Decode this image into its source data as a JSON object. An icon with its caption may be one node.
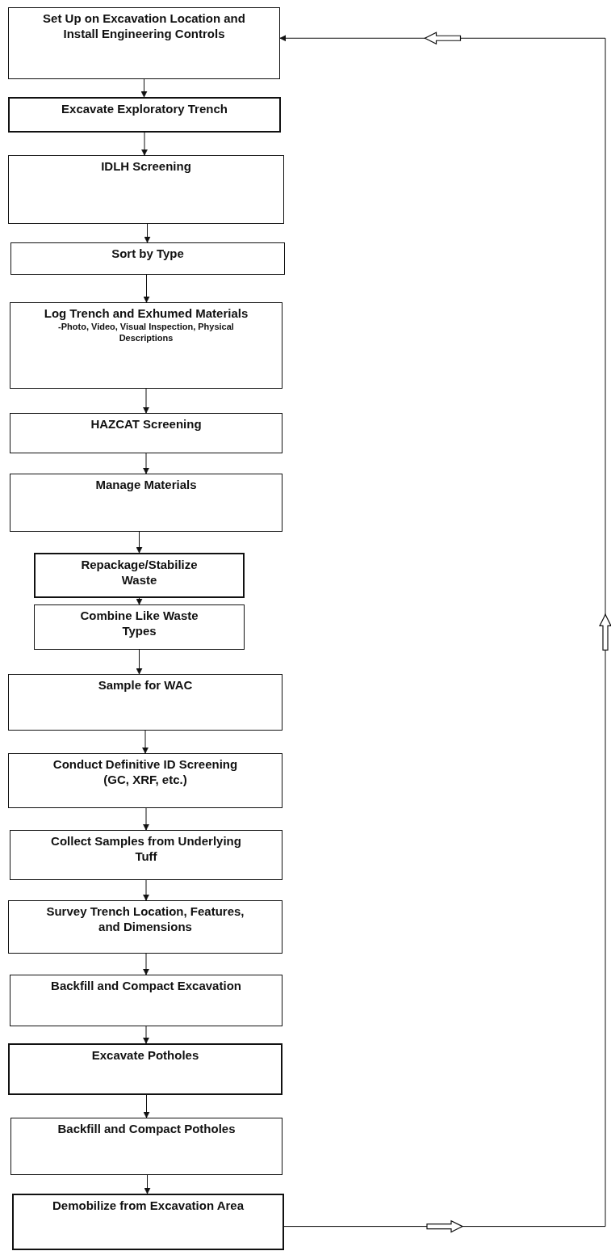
{
  "diagram": {
    "nodes": [
      {
        "text": [
          "Set Up on Excavation Location and Install Engineering Controls"
        ]
      },
      {
        "text": [
          "Excavate Exploratory Trench"
        ]
      },
      {
        "text": [
          "IDLH Screening"
        ]
      },
      {
        "text": [
          "Sort by Type"
        ]
      },
      {
        "text": [
          "Log Trench and Exhumed Materials",
          "-Photo, Video, Visual Inspection, Physical Descriptions"
        ]
      },
      {
        "text": [
          "HAZCAT Screening"
        ]
      },
      {
        "text": [
          "Manage Materials"
        ]
      },
      {
        "text": [
          "Repackage/Stabilize Waste"
        ]
      },
      {
        "text": [
          "Combine Like Waste Types"
        ]
      },
      {
        "text": [
          "Sample for WAC"
        ]
      },
      {
        "text": [
          "Conduct Definitive ID Screening (GC, XRF, etc.)"
        ]
      },
      {
        "text": [
          "Collect Samples from Underlying Tuff"
        ]
      },
      {
        "text": [
          "Survey Trench Location, Features, and Dimensions"
        ]
      },
      {
        "text": [
          "Backfill and Compact Excavation"
        ]
      },
      {
        "text": [
          "Excavate Potholes"
        ]
      },
      {
        "text": [
          "Backfill and Compact Potholes"
        ]
      },
      {
        "text": [
          "Demobilize from Excavation Area"
        ]
      }
    ],
    "edges": [
      {
        "from": 0,
        "to": 1,
        "arrow": "to"
      },
      {
        "from": 1,
        "to": 2,
        "arrow": "to"
      },
      {
        "from": 2,
        "to": 3,
        "arrow": "to"
      },
      {
        "from": 3,
        "to": 4,
        "arrow": "to"
      },
      {
        "from": 4,
        "to": 5,
        "arrow": "to"
      },
      {
        "from": 5,
        "to": 6,
        "arrow": "to"
      },
      {
        "from": 6,
        "to": 7,
        "arrow": "to"
      },
      {
        "from": 7,
        "to": 8,
        "arrow": "to"
      },
      {
        "from": 8,
        "to": 9,
        "arrow": "to"
      },
      {
        "from": 9,
        "to": 10,
        "arrow": "to"
      },
      {
        "from": 10,
        "to": 11,
        "arrow": "to"
      },
      {
        "from": 11,
        "to": 12,
        "arrow": "to"
      },
      {
        "from": 12,
        "to": 13,
        "arrow": "to"
      },
      {
        "from": 13,
        "to": 14,
        "arrow": "to"
      },
      {
        "from": 14,
        "to": 15,
        "arrow": "to"
      },
      {
        "from": 15,
        "to": 16,
        "arrow": "to"
      },
      {
        "from": 16,
        "to": 0,
        "arrow": "to"
      }
    ]
  }
}
